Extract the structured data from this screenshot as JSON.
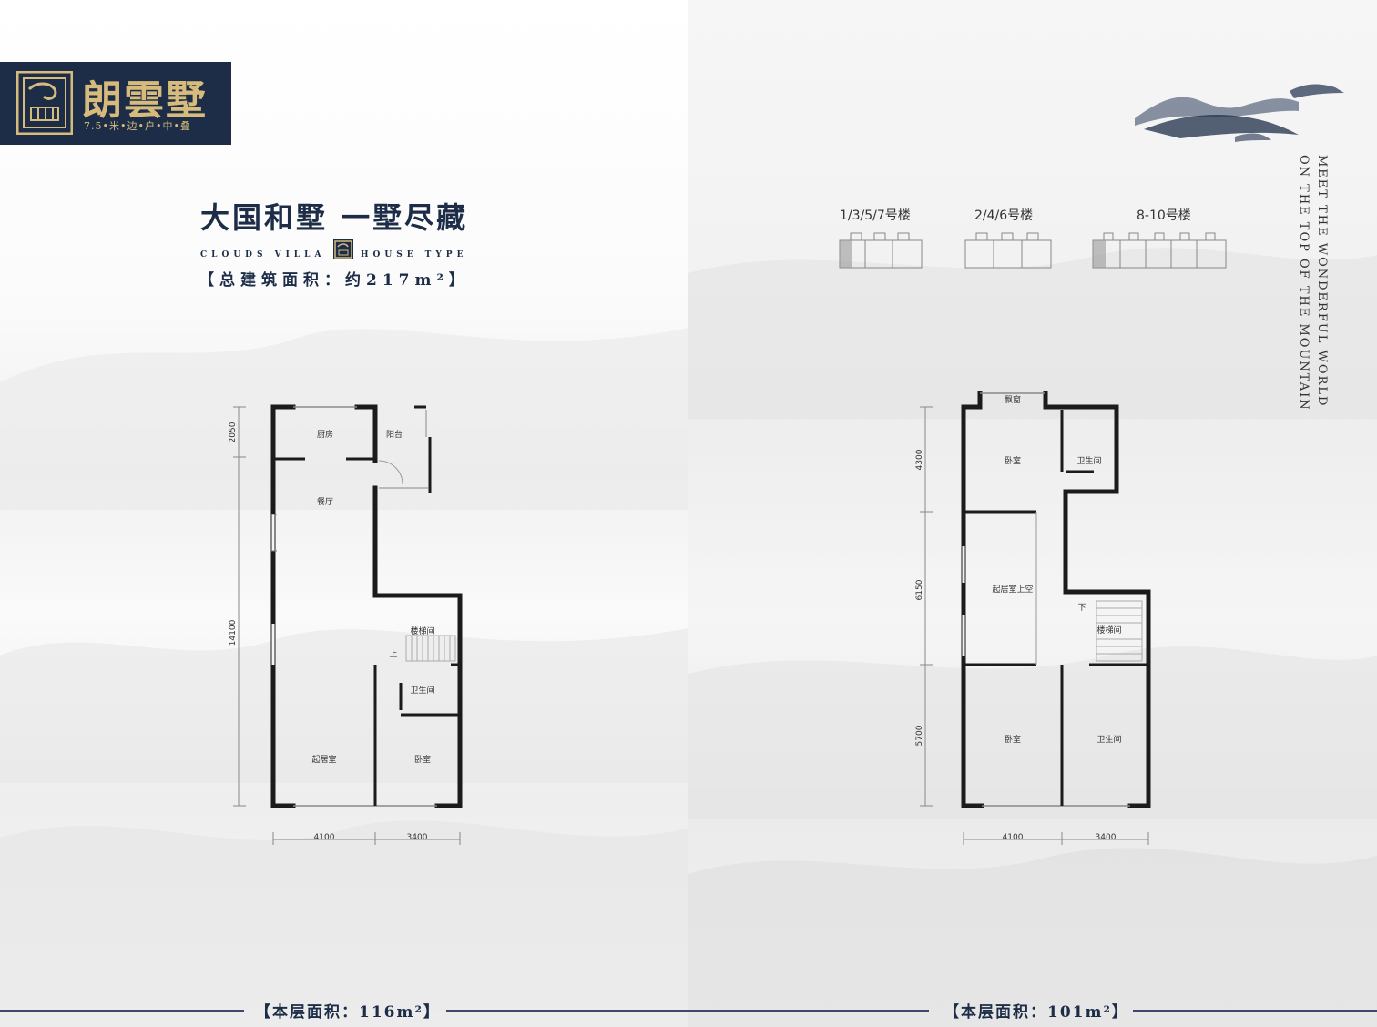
{
  "brand": {
    "name": "朗雲墅",
    "tagline": "7.5•米•边•户•中•叠"
  },
  "headline": "大国和墅  一墅尽藏",
  "sub_en_left": "CLOUDS VILLA",
  "sub_en_right": "HOUSE TYPE",
  "total_area": "【总建筑面积：约217m²】",
  "vertical_text": [
    "MEET THE WONDERFUL WORLD",
    "ON THE TOP OF THE MOUNTAIN"
  ],
  "buildings": [
    "1/3/5/7号楼",
    "2/4/6号楼",
    "8-10号楼"
  ],
  "floor1": {
    "rooms": {
      "kitchen": "厨房",
      "balcony": "阳台",
      "dining": "餐厅",
      "stair": "楼梯间",
      "up": "上",
      "bath": "卫生间",
      "living": "起居室",
      "bedroom": "卧室"
    },
    "dims_v": [
      "2050",
      "14100"
    ],
    "dims_h": [
      "4100",
      "3400"
    ],
    "floor_area": "【本层面积：116m²】"
  },
  "floor2": {
    "rooms": {
      "bay_window": "飘窗",
      "bedroom_top": "卧室",
      "bath_top": "卫生间",
      "void": "起居室上空",
      "down": "下",
      "stair": "楼梯间",
      "bedroom_bottom": "卧室",
      "bath_bottom": "卫生间"
    },
    "dims_v": [
      "4300",
      "6150",
      "5700"
    ],
    "dims_h": [
      "4100",
      "3400"
    ],
    "floor_area": "【本层面积：101m²】"
  },
  "colors": {
    "navy": "#1d2d48",
    "gold": "#d7bb7d"
  }
}
